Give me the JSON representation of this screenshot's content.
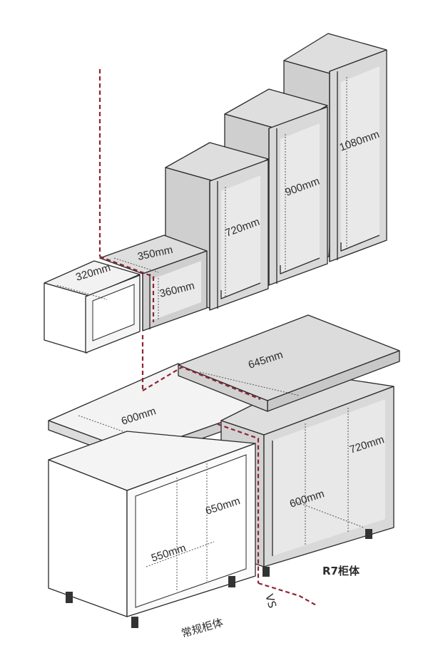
{
  "colors": {
    "panel_fill": "#d9d9d9",
    "panel_dark": "#c6c6c6",
    "panel_white": "#ffffff",
    "edge": "#2a2a2a",
    "red_dash": "#8e2434"
  },
  "wall_cabinets": {
    "depth_standard": "320mm",
    "depth_r7": "350mm",
    "height_1": "360mm",
    "height_2": "720mm",
    "height_3": "900mm",
    "height_4": "1080mm"
  },
  "countertops": {
    "standard_depth": "600mm",
    "r7_depth": "645mm"
  },
  "base_cabinets": {
    "standard_height": "650mm",
    "standard_depth": "550mm",
    "r7_height": "720mm",
    "r7_depth": "600mm"
  },
  "captions": {
    "standard": "常规柜体",
    "r7": "R7柜体",
    "versus": "VS"
  }
}
